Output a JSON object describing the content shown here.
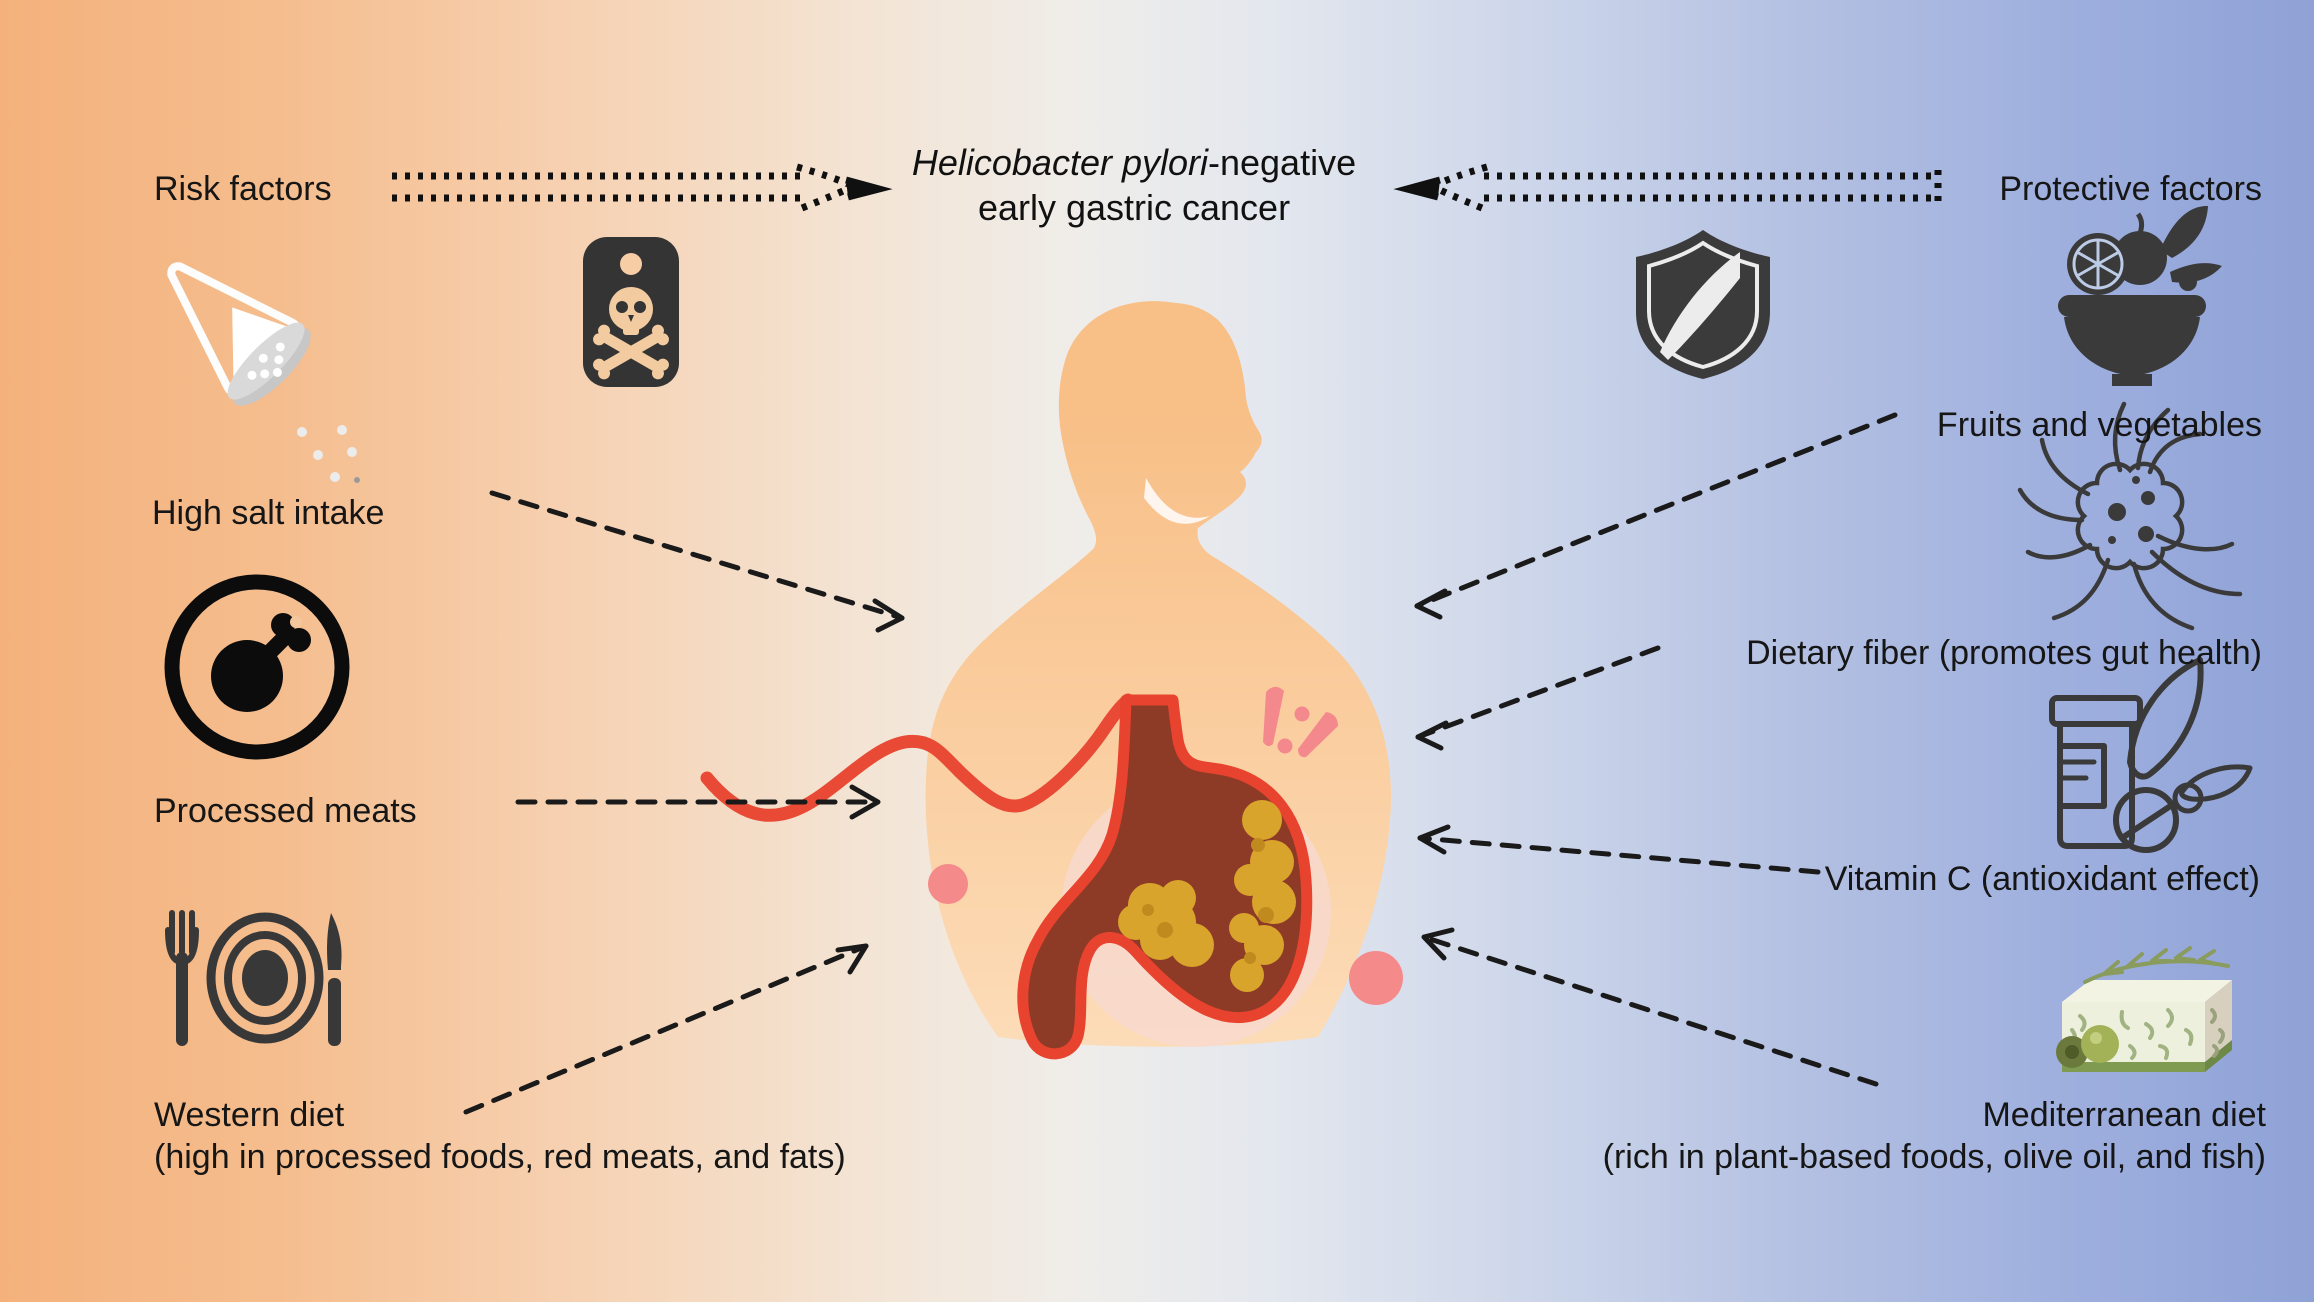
{
  "title": {
    "line1_italic": "Helicobacter pylori",
    "line1_rest": "-negative",
    "line2": "early gastric cancer"
  },
  "left_column": {
    "header": "Risk factors",
    "hazard_icon": "skull-crossbones-tag",
    "items": [
      {
        "icon": "salt-shaker",
        "label": "High salt intake"
      },
      {
        "icon": "drumstick-circle",
        "label": "Processed meats"
      },
      {
        "icon": "place-setting",
        "label": "Western diet",
        "sublabel": "(high in processed foods, red meats, and fats)"
      }
    ]
  },
  "right_column": {
    "header": "Protective factors",
    "shield_icon": "shield",
    "items": [
      {
        "icon": "fruit-bowl",
        "label": "Fruits and vegetables"
      },
      {
        "icon": "fiber-strand",
        "label": "Dietary fiber (promotes gut health)"
      },
      {
        "icon": "vitamin-bottle",
        "label": "Vitamin C (antioxidant effect)"
      },
      {
        "icon": "feta-and-olives",
        "label": "Mediterranean diet",
        "sublabel": "(rich in plant-based foods, olive oil, and fish)"
      }
    ]
  },
  "center": {
    "figure": "human-torso-with-stomach",
    "stomach_state": "early gastric cancer lesions"
  },
  "colors": {
    "gradient_left": "#f4b17c",
    "gradient_right": "#8fa2d6",
    "skin": "#f9c28e",
    "stomach_outline_red": "#e8432e",
    "stomach_dark": "#8d3a27",
    "lesion_gold": "#d9a42c",
    "pink_accent": "#f4898d",
    "icon_dark": "#3a3a3a",
    "text": "#161616"
  }
}
